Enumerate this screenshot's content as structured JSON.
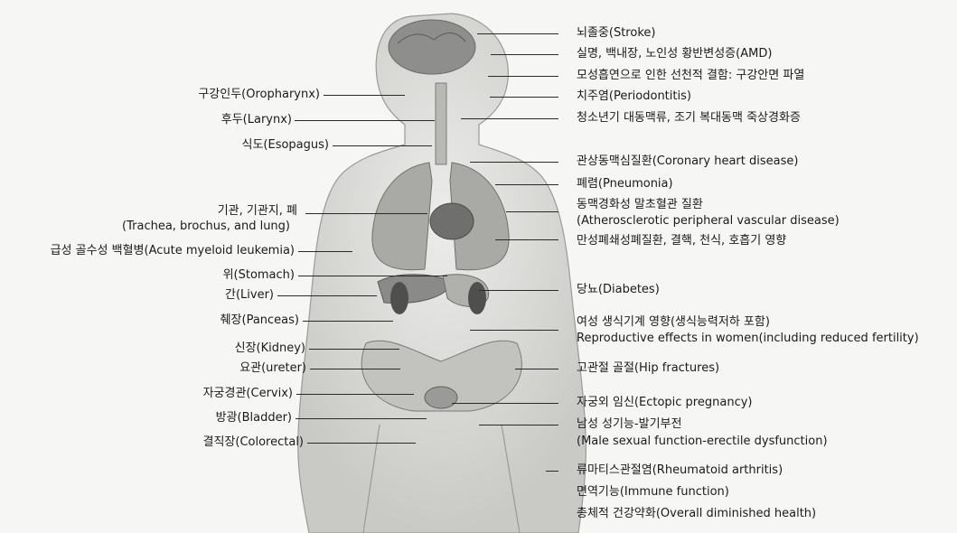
{
  "left_labels": [
    "구강인두(Oropharynx)",
    "후두(Larynx)",
    "식도(Esopagus)",
    "기관, 기관지, 폐",
    "(Trachea, brochus, and lung)",
    "급성 골수성 백혈병(Acute myeloid leukemia)",
    "위(Stomach)",
    "간(Liver)",
    "췌장(Panceas)",
    "신장(Kidney)",
    "요관(ureter)",
    "자궁경관(Cervix)",
    "방광(Bladder)",
    "결직장(Colorectal)"
  ],
  "right_labels": [
    "뇌졸중(Stroke)",
    "실명, 백내장, 노인성 황반변성증(AMD)",
    "모성흡연으로 인한 선천적 결함: 구강안면 파열",
    "치주염(Periodontitis)",
    "청소년기 대동맥류, 조기 복대동맥 죽상경화증",
    "관상동맥심질환(Coronary heart disease)",
    "폐렴(Pneumonia)",
    "동맥경화성 말초혈관 질환",
    "(Atherosclerotic peripheral vascular disease)",
    "만성폐쇄성폐질환, 결핵, 천식, 호흡기 영향",
    "당뇨(Diabetes)",
    "여성 생식기계 영향(생식능력저하 포함)",
    "Reproductive effects in women(including reduced fertility)",
    "고관절 골절(Hip fractures)",
    "자궁외 임신(Ectopic pregnancy)",
    "남성 성기능-발기부전",
    "(Male sexual function-erectile dysfunction)",
    "류마티스관절염(Rheumatoid arthritis)",
    "면역기능(Immune function)",
    "총체적 건강약화(Overall diminished health)"
  ]
}
